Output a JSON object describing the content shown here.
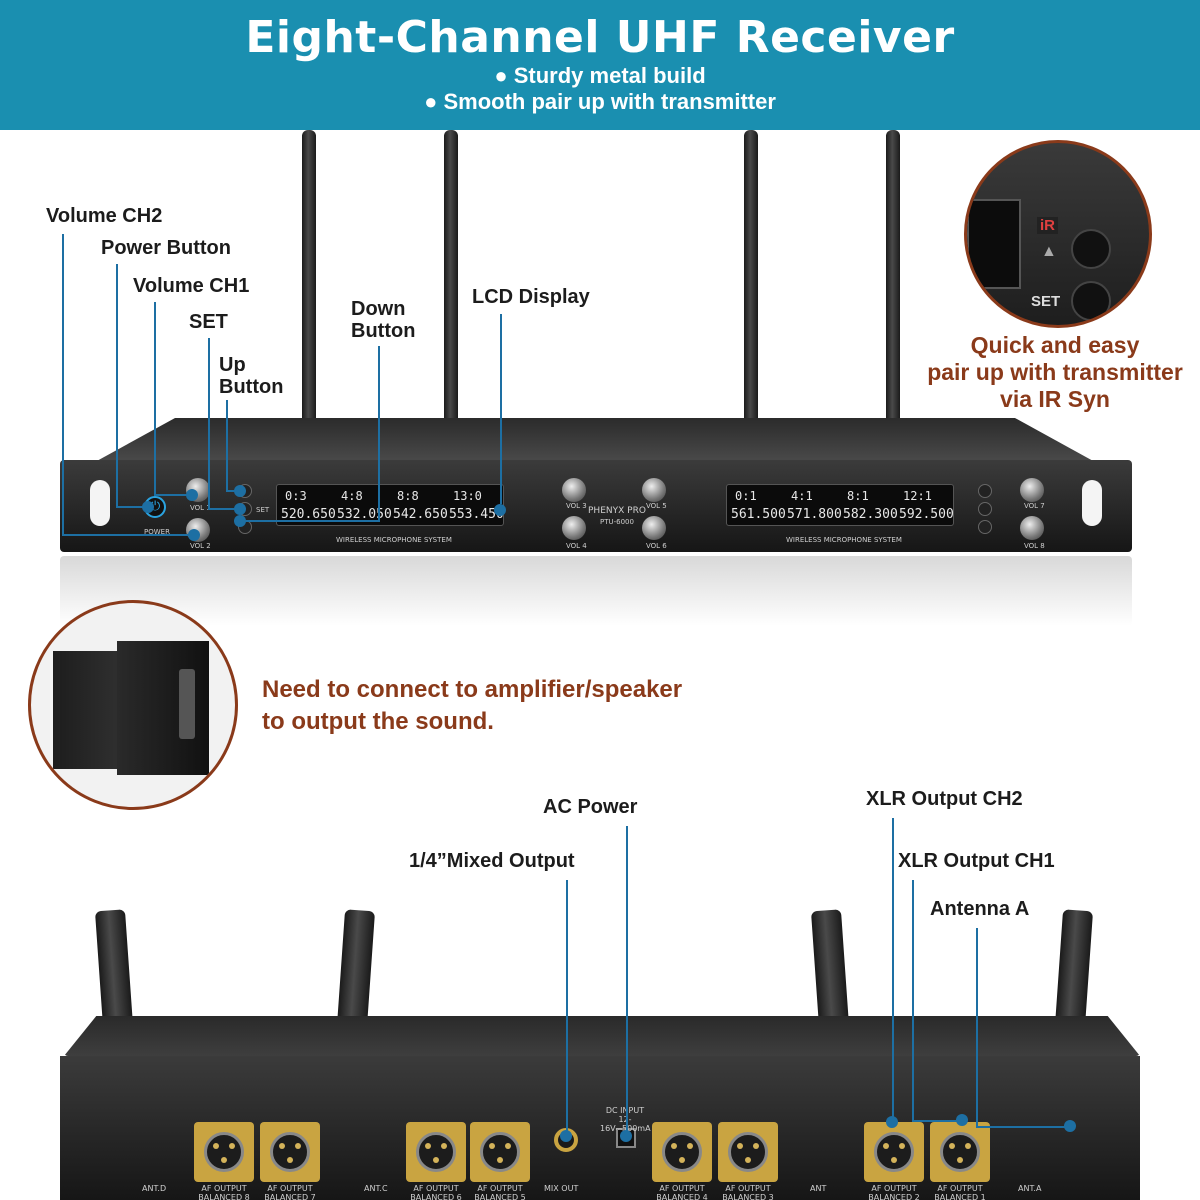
{
  "banner": {
    "title": "Eight-Channel UHF Receiver",
    "bullets": [
      "● Sturdy metal build",
      "● Smooth pair up with transmitter"
    ],
    "color": "#1a8fb0"
  },
  "front_labels": {
    "volume_ch2": "Volume CH2",
    "power_button": "Power Button",
    "volume_ch1": "Volume CH1",
    "set": "SET",
    "up_button": "Up\nButton",
    "down_button": "Down\nButton",
    "lcd_display": "LCD Display"
  },
  "ir_callout": {
    "ir_badge": "iR",
    "set_label": "SET",
    "text": [
      "Quick and easy",
      "pair up with transmitter",
      "via IR Syn"
    ]
  },
  "speaker_callout": {
    "text": [
      "Need to connect to amplifier/speaker",
      "to output the sound."
    ]
  },
  "rear_labels": {
    "ac_power": "AC Power",
    "mixed_output": "1/4”Mixed Output",
    "xlr_ch2": "XLR Output CH2",
    "xlr_ch1": "XLR Output CH1",
    "antenna_a": "Antenna A"
  },
  "device": {
    "brand": "PHENYX PRO",
    "model": "PTU-6000",
    "system_label": "WIRELESS MICROPHONE SYSTEM",
    "power_label": "POWER",
    "set_label": "SET",
    "vol_labels": [
      "VOL 1",
      "VOL 2",
      "VOL 3",
      "VOL 4",
      "VOL 5",
      "VOL 6",
      "VOL 7",
      "VOL 8"
    ],
    "lcd_left": [
      {
        "ch": "0:3",
        "freq": "520.650"
      },
      {
        "ch": "4:8",
        "freq": "532.050"
      },
      {
        "ch": "8:8",
        "freq": "542.650"
      },
      {
        "ch": "13:0",
        "freq": "553.450"
      }
    ],
    "lcd_right": [
      {
        "ch": "0:1",
        "freq": "561.500"
      },
      {
        "ch": "4:1",
        "freq": "571.800"
      },
      {
        "ch": "8:1",
        "freq": "582.300"
      },
      {
        "ch": "12:1",
        "freq": "592.500"
      }
    ],
    "rear_ports": [
      "AF OUTPUT BALANCED 8",
      "AF OUTPUT BALANCED 7",
      "AF OUTPUT BALANCED 6",
      "AF OUTPUT BALANCED 5",
      "AF OUTPUT BALANCED 4",
      "AF OUTPUT BALANCED 3",
      "AF OUTPUT BALANCED 2",
      "AF OUTPUT BALANCED 1"
    ],
    "mix_out": "MIX OUT",
    "dc_input": "DC INPUT 12-16V⎓500mA",
    "ant_d": "ANT.D",
    "ant_c": "ANT.C",
    "ant_a": "ANT.A",
    "ant_b": "ANT"
  }
}
